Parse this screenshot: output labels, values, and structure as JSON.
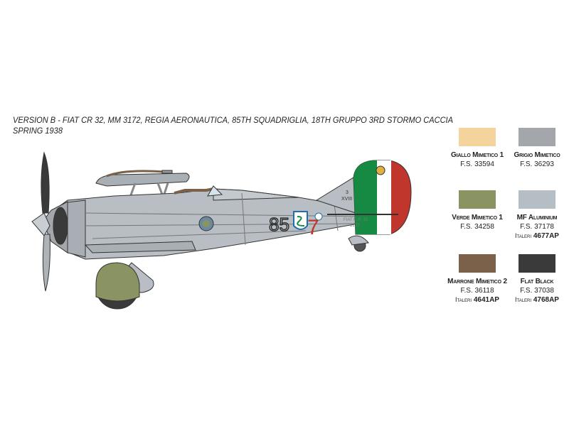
{
  "caption": {
    "line1": "VERSION B - FIAT CR 32, MM 3172, REGIA AERONAUTICA, 85TH SQUADRIGLIA, 18TH GRUPPO 3RD STORMO CACCIA",
    "line2": "SPRING 1938"
  },
  "markings": {
    "code": "85",
    "number": "7",
    "stormo": "3",
    "gruppo": "XVIII",
    "type": "FIAT C.R. 32",
    "serial": "3172"
  },
  "colors": [
    {
      "name": "Giallo Mimetico 1",
      "fs": "F.S. 33594",
      "italeri_label": "",
      "italeri_code": "",
      "hex": "#f5d39d"
    },
    {
      "name": "Grigio Mimetico",
      "fs": "F.S. 36293",
      "italeri_label": "",
      "italeri_code": "",
      "hex": "#a3a7ab"
    },
    {
      "name": "Verde Mimetico 1",
      "fs": "F.S. 34258",
      "italeri_label": "",
      "italeri_code": "",
      "hex": "#8a9463"
    },
    {
      "name": "MF Aluminium",
      "fs": "F.S. 37178",
      "italeri_label": "Italeri",
      "italeri_code": "4677AP",
      "hex": "#b6bec5"
    },
    {
      "name": "Marrone Mimetico 2",
      "fs": "F.S. 36118",
      "italeri_label": "Italeri",
      "italeri_code": "4641AP",
      "hex": "#7b6149"
    },
    {
      "name": "Flat Black",
      "fs": "F.S. 37038",
      "italeri_label": "Italeri",
      "italeri_code": "4768AP",
      "hex": "#3a3a3a"
    }
  ]
}
